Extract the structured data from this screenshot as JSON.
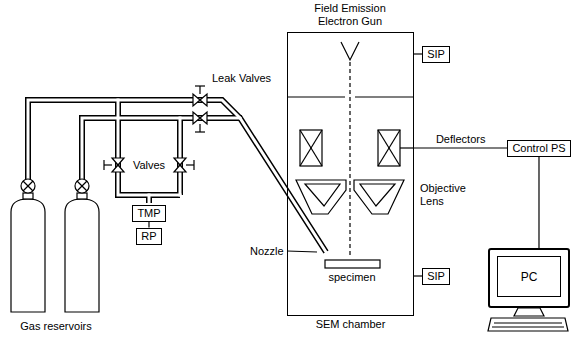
{
  "diagram": {
    "nodes": [
      {
        "text": [
          "SEM chamber"
        ]
      },
      {
        "text": [
          "SIP"
        ]
      },
      {
        "text": [
          "SIP"
        ]
      },
      {
        "text": [
          "Control PS"
        ]
      },
      {
        "text": [
          "PC"
        ]
      },
      {
        "text": [
          "TMP"
        ]
      },
      {
        "text": [
          "RP"
        ]
      }
    ],
    "edges": [
      {
        "from": 0,
        "to": 1,
        "arrow": "none"
      },
      {
        "from": 0,
        "to": 2,
        "arrow": "none"
      },
      {
        "from": 0,
        "to": 3,
        "arrow": "none",
        "label": "Deflectors"
      },
      {
        "from": 3,
        "to": 4,
        "arrow": "none"
      },
      {
        "from": 5,
        "to": 6,
        "arrow": "none"
      }
    ],
    "labels": [
      "Field Emission Electron Gun",
      "Leak Valves",
      "Valves",
      "Objective Lens",
      "Nozzle",
      "specimen",
      "Gas reservoirs"
    ]
  }
}
